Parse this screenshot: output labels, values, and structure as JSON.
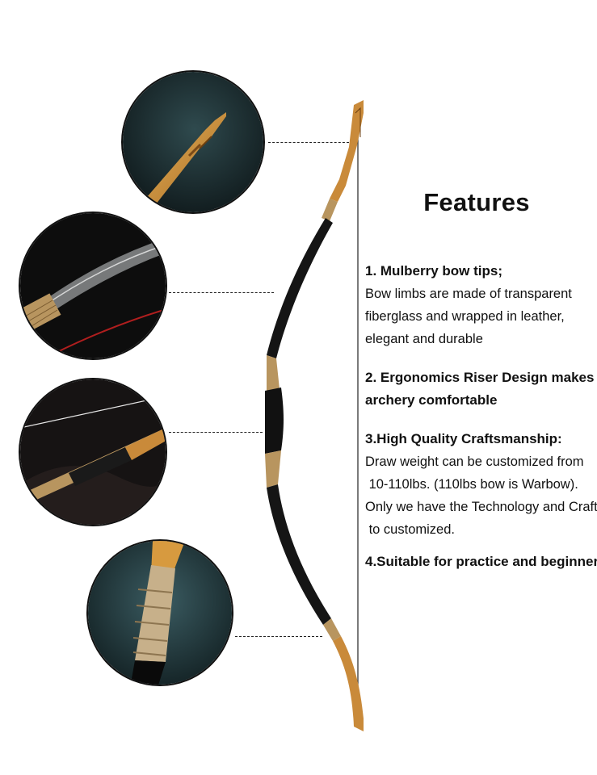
{
  "heading": "Features",
  "features": [
    {
      "title": "1. Mulberry bow tips;",
      "desc": [
        "Bow limbs are made of transparent",
        "fiberglass and wrapped in leather,",
        "elegant and durable"
      ]
    },
    {
      "title": "2. Ergonomics Riser Design makes",
      "desc": [
        "archery comfortable"
      ]
    },
    {
      "title": "3.High Quality Craftsmanship:",
      "desc": [
        "Draw weight can be customized from",
        " 10-110lbs. (110lbs bow is Warbow).",
        "Only we have the Technology and Craft",
        " to customized."
      ]
    },
    {
      "title": "4.Suitable for practice and beginner",
      "desc": []
    }
  ],
  "detail_images": [
    "bow-tip-closeup",
    "fiberglass-limb-closeup",
    "riser-grip-closeup",
    "wrapped-limb-closeup"
  ],
  "colors": {
    "wood": "#c98a3a",
    "leather": "#151515",
    "wrap": "#b8955f",
    "background": "#ffffff"
  }
}
